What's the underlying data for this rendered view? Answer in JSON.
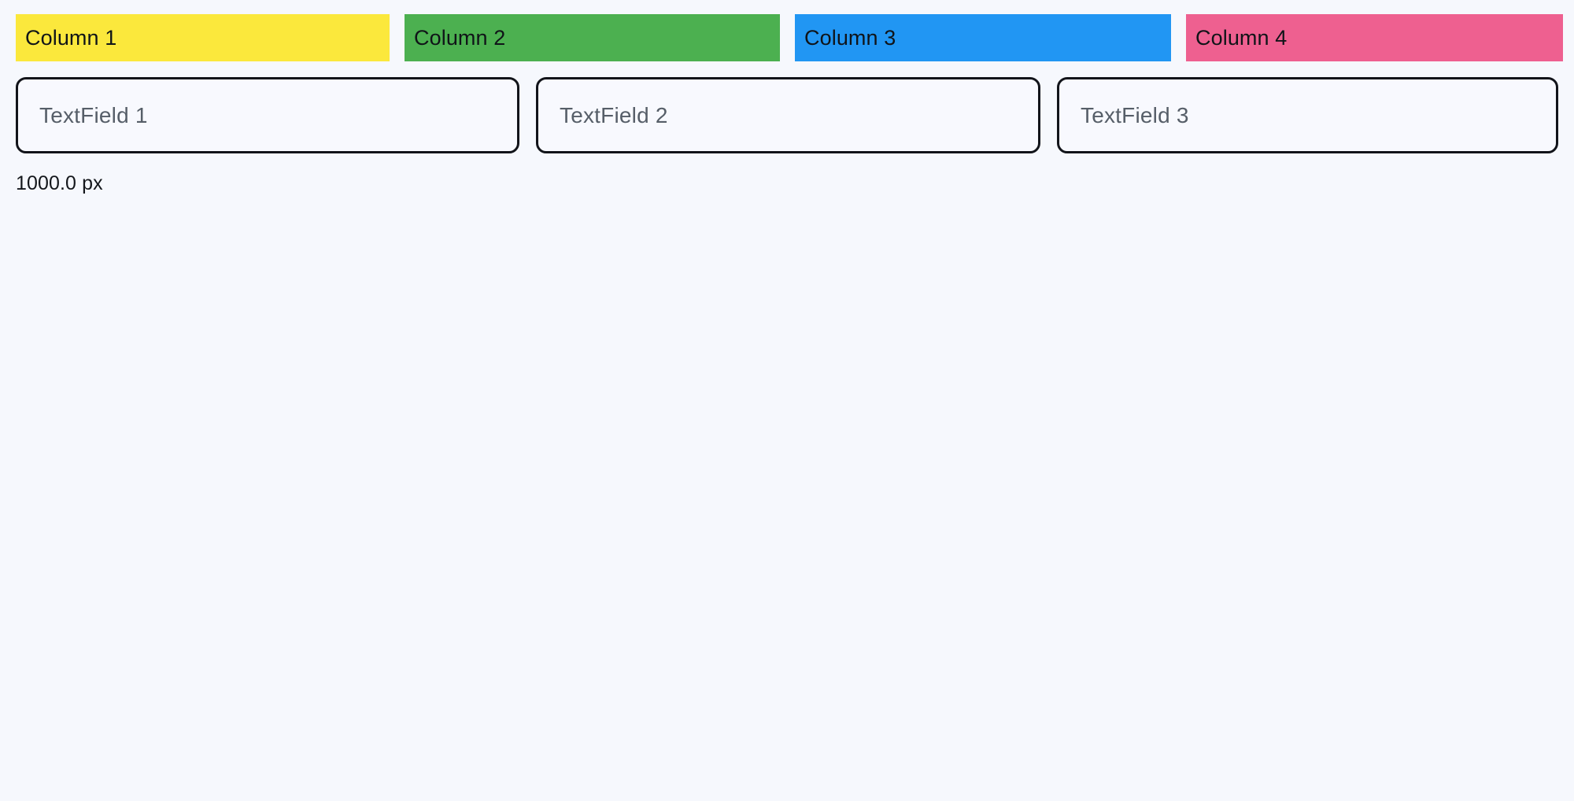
{
  "background_color": "#f6f8fd",
  "columns": {
    "items": [
      {
        "label": "Column 1",
        "color": "#fbe83c",
        "text_color": "#101418"
      },
      {
        "label": "Column 2",
        "color": "#4cb050",
        "text_color": "#101418"
      },
      {
        "label": "Column 3",
        "color": "#2196f3",
        "text_color": "#101418"
      },
      {
        "label": "Column 4",
        "color": "#ee6090",
        "text_color": "#101418"
      }
    ]
  },
  "textfields": {
    "items": [
      {
        "value": "",
        "placeholder": "TextField 1"
      },
      {
        "value": "",
        "placeholder": "TextField 2"
      },
      {
        "value": "",
        "placeholder": "TextField 3"
      }
    ],
    "border_color": "#12141a",
    "placeholder_color": "#565e68"
  },
  "measurement": {
    "value": "1000.0",
    "unit": "px",
    "text": "1000.0 px"
  }
}
